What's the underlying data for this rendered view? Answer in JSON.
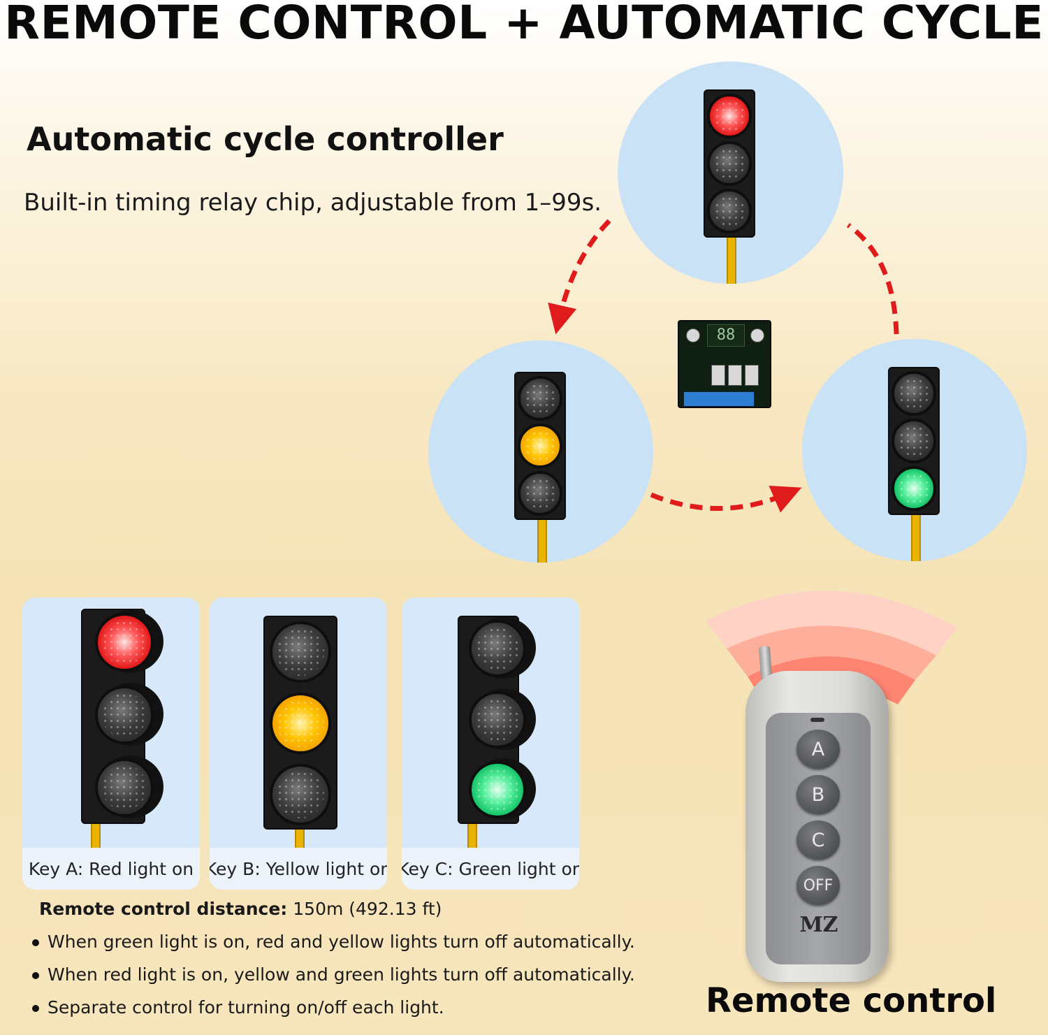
{
  "header": {
    "title": "REMOTE CONTROL + AUTOMATIC CYCLE"
  },
  "automatic_cycle": {
    "heading": "Automatic cycle controller",
    "description": "Built-in timing relay chip, adjustable from 1–99s.",
    "chip_display": "88"
  },
  "keys": [
    {
      "label": "Key A: Red light on",
      "light": "red"
    },
    {
      "label": "Key B: Yellow light on",
      "light": "yellow"
    },
    {
      "label": "Key C: Green light on",
      "light": "green"
    }
  ],
  "distance": {
    "label": "Remote control distance:",
    "value": " 150m (492.13 ft)"
  },
  "bullets": [
    "When green light is on, red and yellow lights turn off automatically.",
    "When red light is on, yellow and green lights turn off automatically.",
    "Separate control for turning on/off each light."
  ],
  "remote": {
    "buttons": [
      "A",
      "B",
      "C",
      "OFF"
    ],
    "logo": "MZ",
    "label": "Remote control"
  },
  "colors": {
    "arrow": "#e01b1b",
    "circle_bg": "#c9e2f5",
    "pole": "#e8b400"
  }
}
